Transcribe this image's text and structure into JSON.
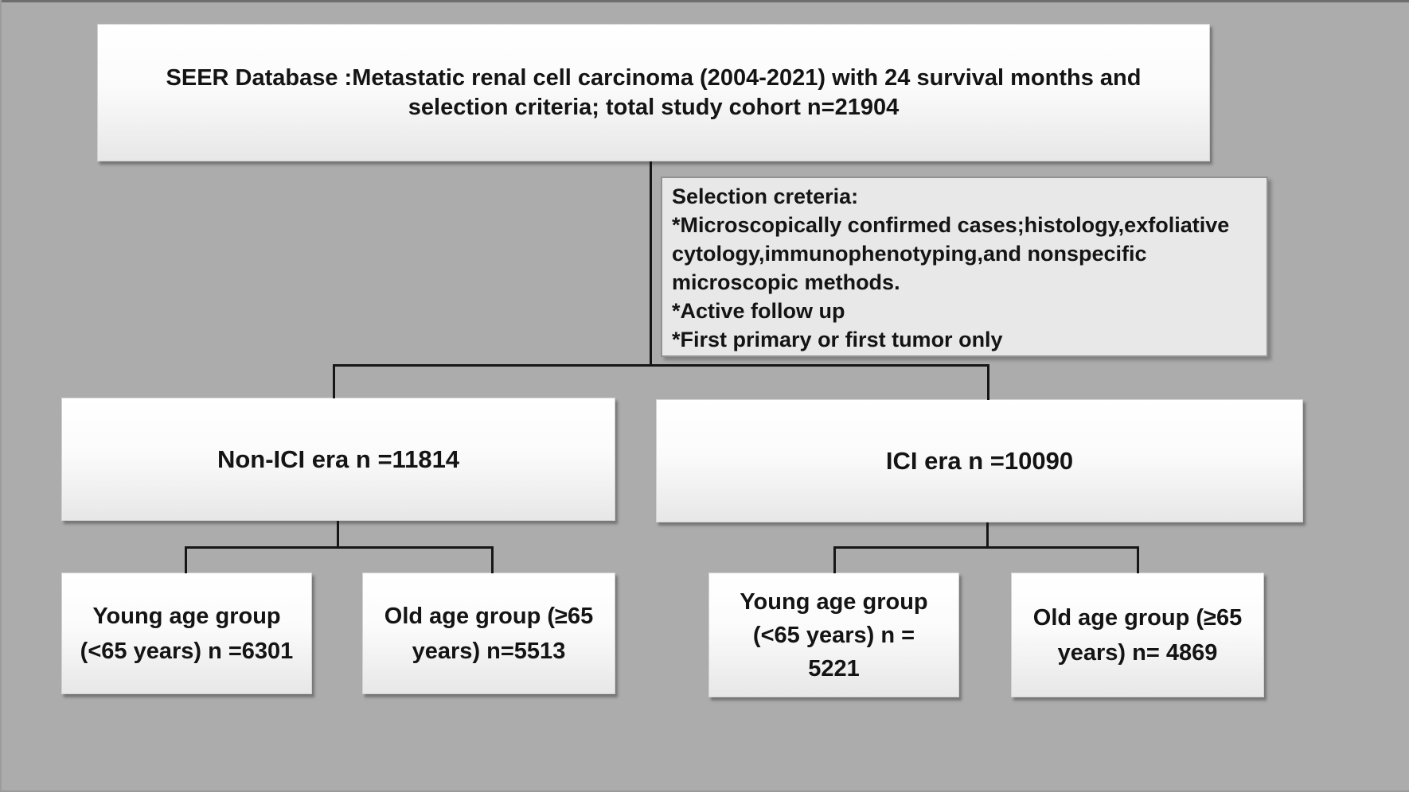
{
  "diagram": {
    "root": {
      "text": "SEER Database :Metastatic renal cell carcinoma (2004-2021) with 24 survival months and\nselection criteria; total study cohort n=21904"
    },
    "criteria": {
      "text": "Selection creteria:\n*Microscopically confirmed cases;histology,exfoliative\ncytology,immunophenotyping,and nonspecific\nmicroscopic methods.\n*Active follow up\n*First primary or first tumor only"
    },
    "non_ici_era": {
      "text": "Non-ICI era n =11814"
    },
    "ici_era": {
      "text": "ICI era n =10090"
    },
    "young_non_ici": {
      "text": "Young age group\n(<65 years) n =6301"
    },
    "old_non_ici": {
      "text": "Old age group (≥65\nyears) n=5513"
    },
    "young_ici": {
      "text": "Young age group\n(<65 years) n =\n5221"
    },
    "old_ici": {
      "text": "Old age group (≥65\nyears) n= 4869"
    }
  },
  "colors": {
    "background": "#acacac",
    "box_fill_top": "#ffffff",
    "box_fill_bottom": "#e7e7e7",
    "criteria_box_fill": "#e8e8e8",
    "criteria_box_border": "#929292",
    "connector_line": "#161616",
    "text": "#141414"
  }
}
